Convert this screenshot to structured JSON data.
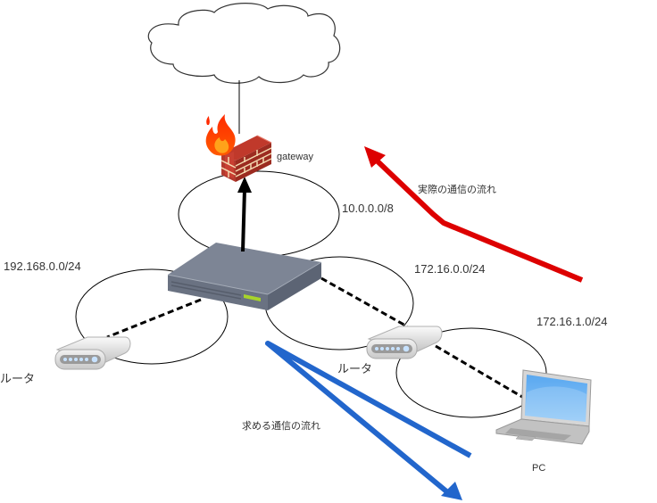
{
  "diagram": {
    "nodes": {
      "internet": {
        "type": "cloud"
      },
      "gateway": {
        "type": "firewall",
        "label": "gateway"
      },
      "core_switch": {
        "type": "switch"
      },
      "router_left": {
        "type": "router",
        "label": "ルータ"
      },
      "router_right": {
        "type": "router",
        "label": "ルータ"
      },
      "pc": {
        "type": "laptop",
        "label": "PC"
      }
    },
    "networks": [
      {
        "id": "net-10",
        "label": "10.0.0.0/8"
      },
      {
        "id": "net-192",
        "label": "192.168.0.0/24"
      },
      {
        "id": "net-172-0",
        "label": "172.16.0.0/24"
      },
      {
        "id": "net-172-1",
        "label": "172.16.1.0/24"
      }
    ],
    "flows": {
      "actual": {
        "label": "実際の通信の流れ",
        "color": "#dd0000"
      },
      "desired": {
        "label": "求める通信の流れ",
        "color": "#2266cc"
      },
      "uplink": {
        "color": "#000000"
      }
    }
  }
}
